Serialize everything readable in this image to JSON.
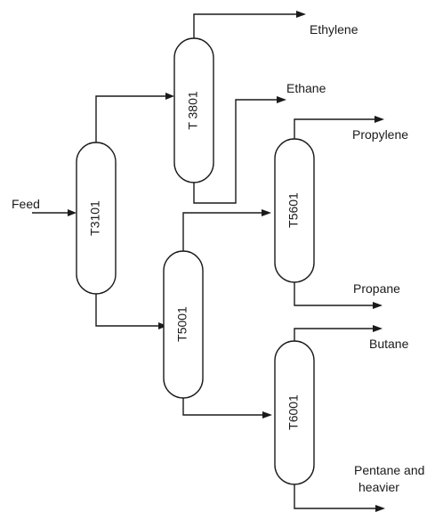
{
  "columns": {
    "t3101": "T3101",
    "t3801": "T 3801",
    "t5001": "T5001",
    "t5601": "T5601",
    "t6001": "T6001"
  },
  "streams": {
    "feed": "Feed",
    "ethylene": "Ethylene",
    "ethane": "Ethane",
    "propylene": "Propylene",
    "propane": "Propane",
    "butane": "Butane",
    "pentane_line1": "Pentane and",
    "pentane_line2": "heavier"
  }
}
